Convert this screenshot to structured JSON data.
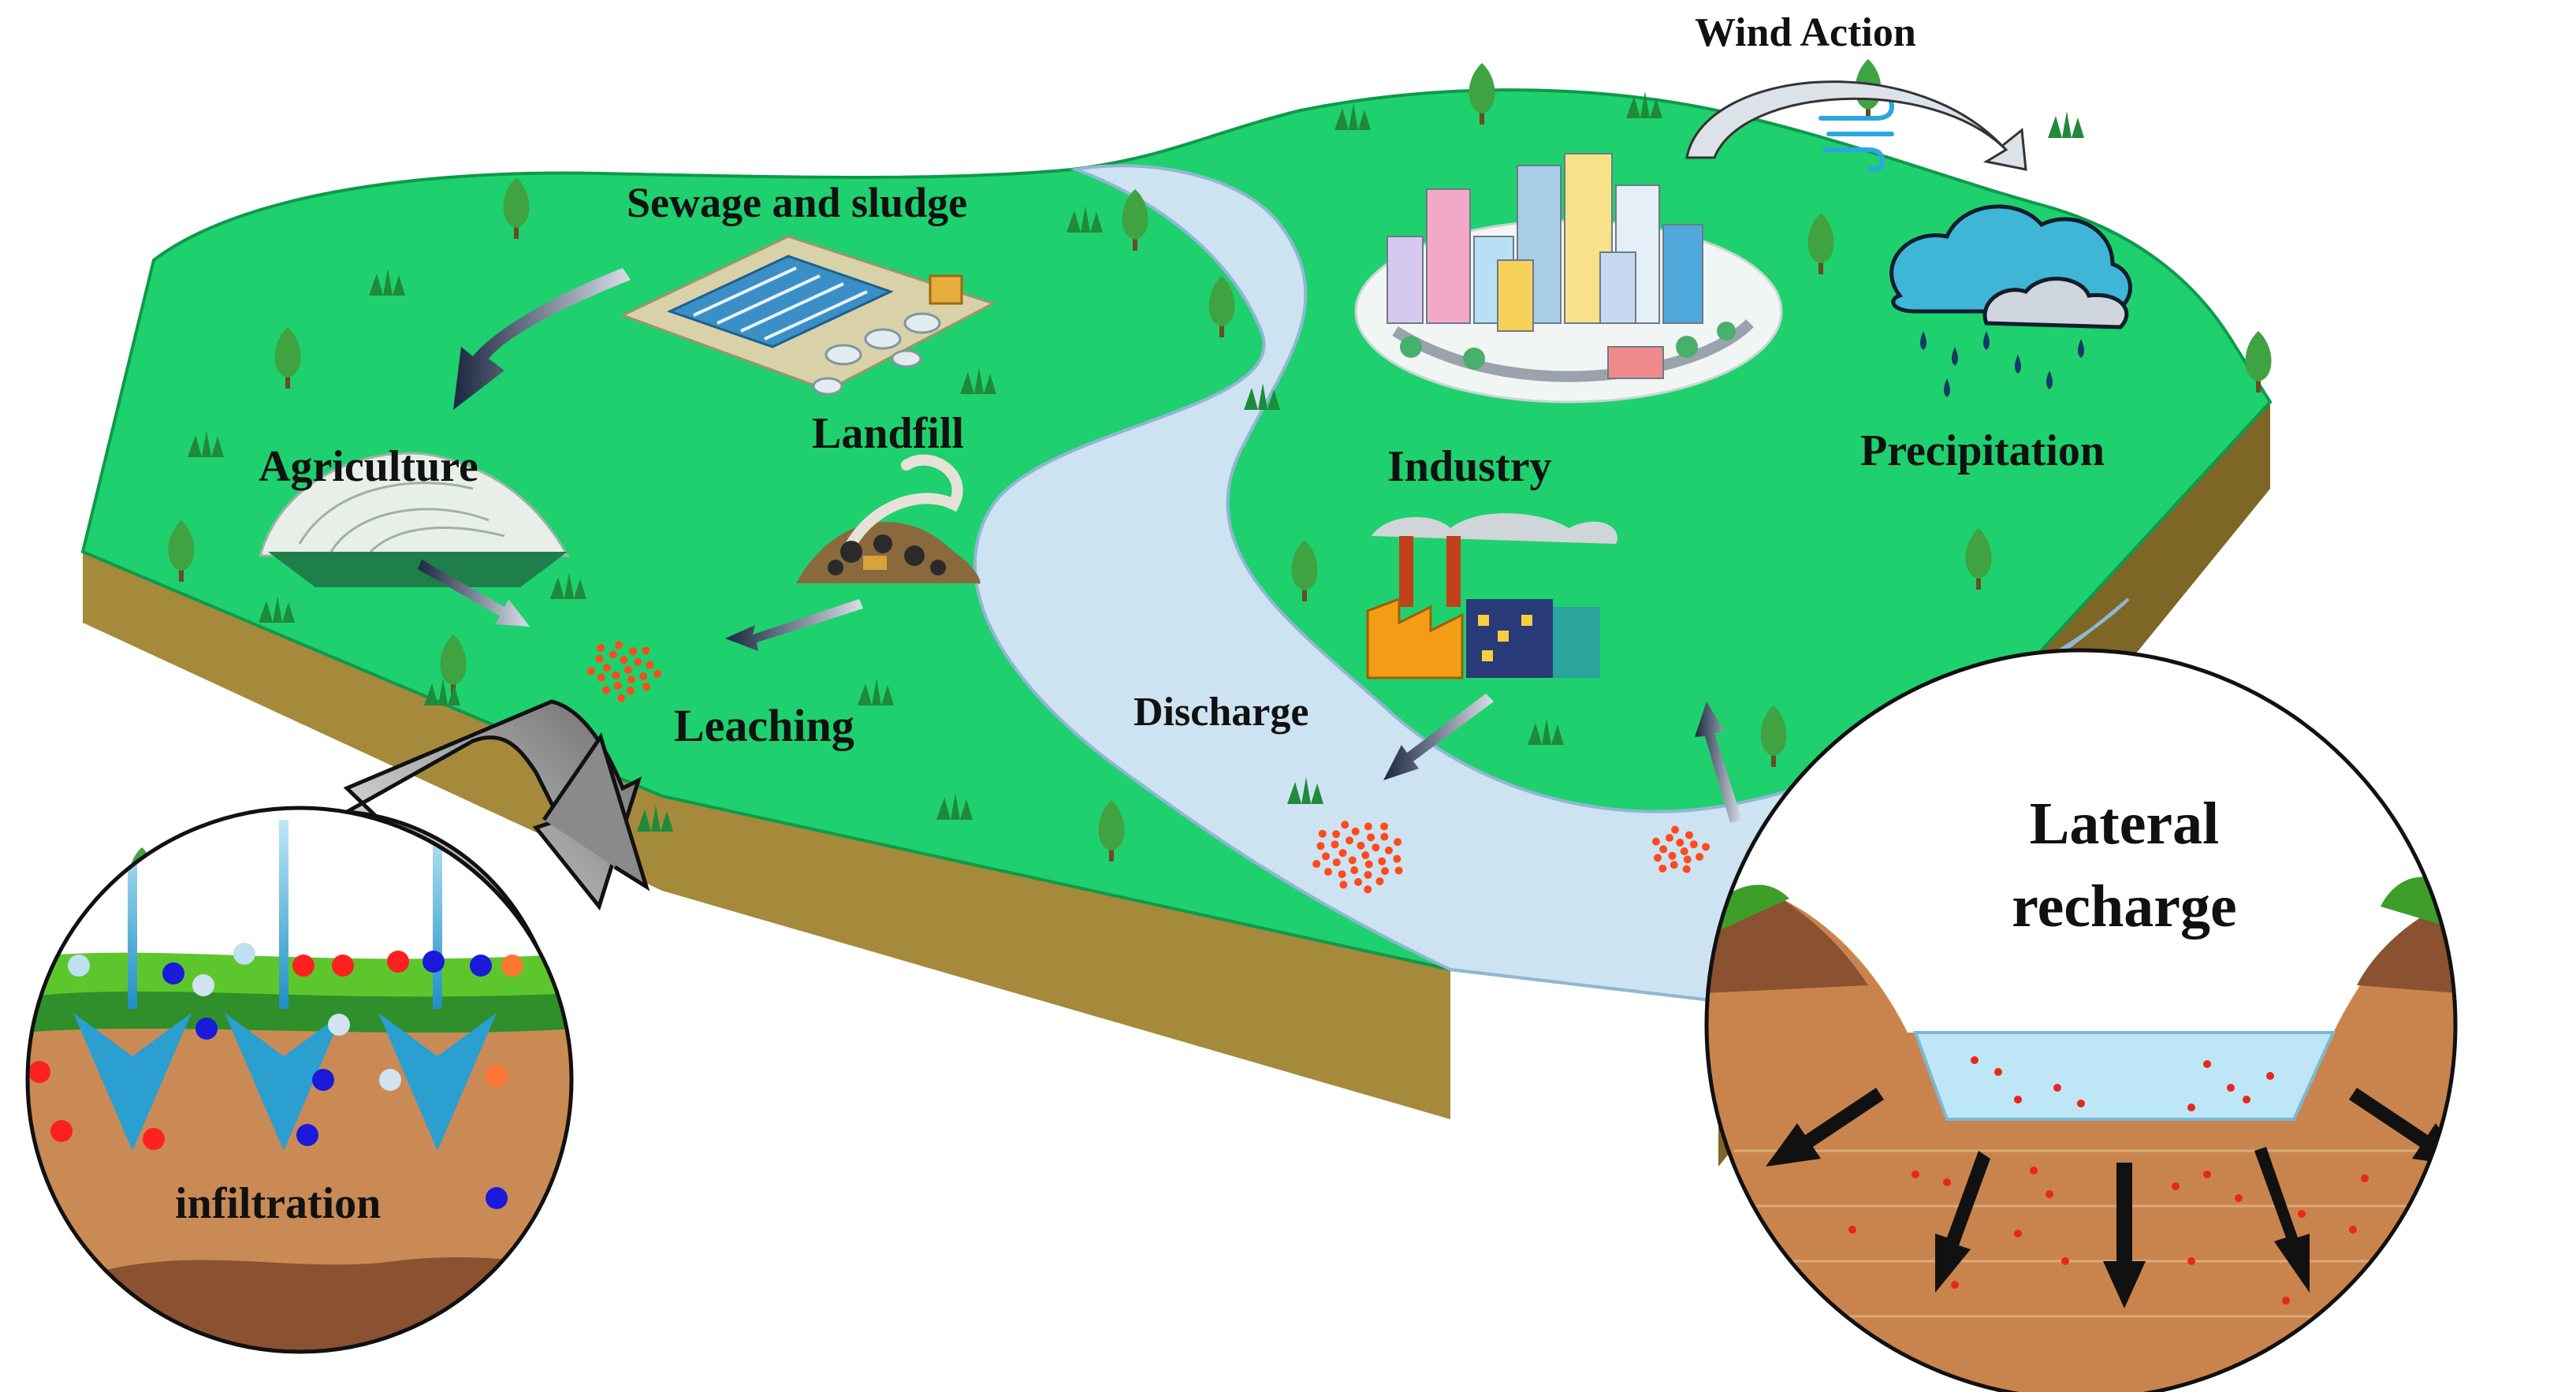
{
  "labels": {
    "wind_action": "Wind Action",
    "sewage": "Sewage and sludge",
    "agriculture": "Agriculture",
    "landfill": "Landfill",
    "industry": "Industry",
    "precipitation": "Precipitation",
    "leaching": "Leaching",
    "discharge": "Discharge",
    "lateral_line1": "Lateral",
    "lateral_line2": "recharge",
    "infiltration": "infiltration"
  },
  "colors": {
    "land": "#1fd06e",
    "land_edge": "#0e9a4a",
    "soil_side": "#a58a3b",
    "soil_side_dark": "#7d6626",
    "river": "#cde3f2",
    "river_edge": "#8fb7d3",
    "pollutant": "#ff4a1a",
    "tree": "#3fa341",
    "cloud": "#3fb6d8",
    "rain": "#163a66",
    "infiltration_arrow": "#2a9fd0",
    "soil_inset": "#c98a56",
    "soil_inset_dark": "#8a5230",
    "grass_inset": "#5ec62d",
    "water_inset": "#bfe6f6"
  },
  "icons": [
    "tree-icon",
    "grass-tuft-icon",
    "greenhouse-icon",
    "treatment-plant-icon",
    "landfill-icon",
    "factory-icon",
    "city-icon",
    "rain-cloud-icon",
    "wind-icon",
    "pollutant-dots-icon"
  ]
}
